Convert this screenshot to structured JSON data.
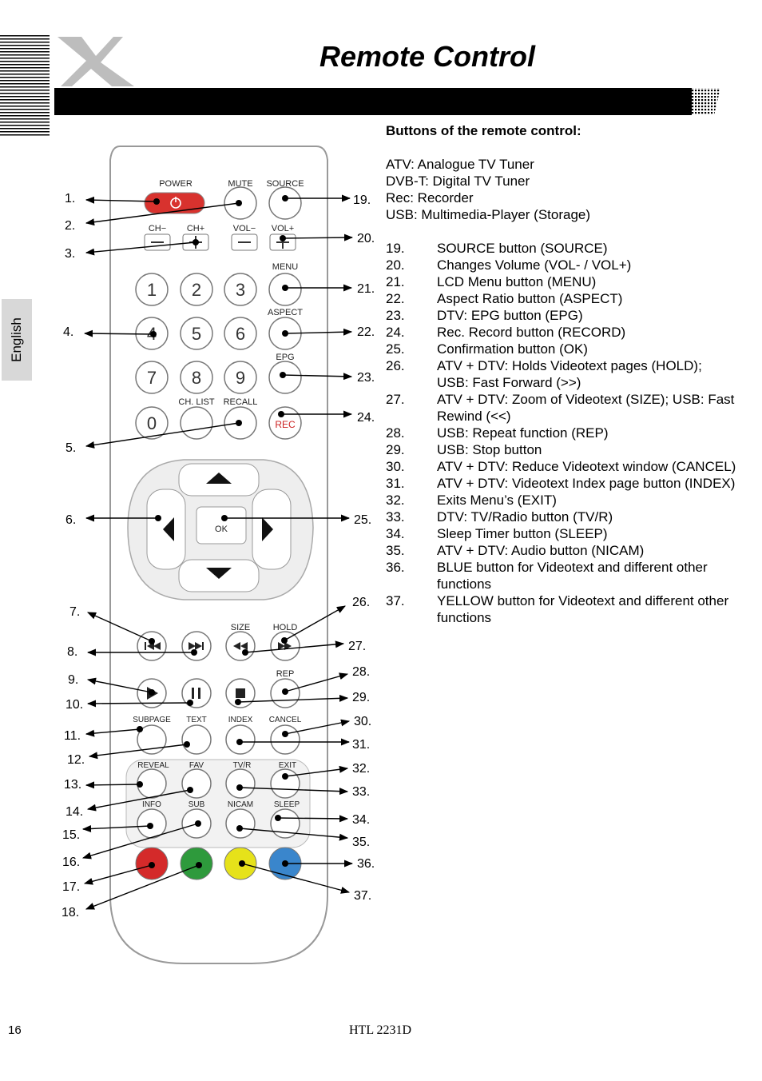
{
  "header": {
    "title": "Remote Control"
  },
  "side_tab": {
    "label": "English"
  },
  "info": {
    "heading": "Buttons of the remote control:",
    "definitions": [
      "ATV: Analogue TV Tuner",
      "DVB-T: Digital TV Tuner",
      "Rec: Recorder",
      "USB: Multimedia-Player (Storage)"
    ],
    "items": [
      {
        "n": "19.",
        "t": "SOURCE button (SOURCE)"
      },
      {
        "n": "20.",
        "t": "Changes Volume (VOL- / VOL+)"
      },
      {
        "n": "21.",
        "t": "LCD Menu button (MENU)"
      },
      {
        "n": "22.",
        "t": "Aspect Ratio button (ASPECT)"
      },
      {
        "n": "23.",
        "t": "DTV: EPG button (EPG)"
      },
      {
        "n": "24.",
        "t": "Rec. Record button (RECORD)"
      },
      {
        "n": "25.",
        "t": "Confirmation button (OK)"
      },
      {
        "n": "26.",
        "t": "ATV + DTV: Holds Videotext pages (HOLD); USB: Fast Forward (>>)"
      },
      {
        "n": "27.",
        "t": "ATV + DTV: Zoom of Videotext (SIZE); USB: Fast Rewind (<<)"
      },
      {
        "n": "28.",
        "t": "USB: Repeat function (REP)"
      },
      {
        "n": "29.",
        "t": "USB: Stop button"
      },
      {
        "n": "30.",
        "t": "ATV + DTV: Reduce Videotext window (CANCEL)"
      },
      {
        "n": "31.",
        "t": "ATV + DTV: Videotext Index page button (INDEX)"
      },
      {
        "n": "32.",
        "t": "Exits Menu’s (EXIT)"
      },
      {
        "n": "33.",
        "t": "DTV: TV/Radio button (TV/R)"
      },
      {
        "n": "34.",
        "t": "Sleep Timer button (SLEEP)"
      },
      {
        "n": "35.",
        "t": "ATV + DTV: Audio button (NICAM)"
      },
      {
        "n": "36.",
        "t": "BLUE button for Videotext and different other functions"
      },
      {
        "n": "37.",
        "t": "YELLOW button for Videotext and different other functions"
      }
    ]
  },
  "remote": {
    "labels": {
      "power": "POWER",
      "mute": "MUTE",
      "source": "SOURCE",
      "ch_minus": "CH−",
      "ch_plus": "CH+",
      "vol_minus": "VOL−",
      "vol_plus": "VOL+",
      "menu": "MENU",
      "aspect": "ASPECT",
      "epg": "EPG",
      "ch_list": "CH. LIST",
      "recall": "RECALL",
      "rec": "REC",
      "ok": "OK",
      "size": "SIZE",
      "hold": "HOLD",
      "rep": "REP",
      "subpage": "SUBPAGE",
      "text": "TEXT",
      "index": "INDEX",
      "cancel": "CANCEL",
      "reveal": "REVEAL",
      "fav": "FAV",
      "tvr": "TV/R",
      "exit": "EXIT",
      "info": "INFO",
      "sub": "SUB",
      "nicam": "NICAM",
      "sleep": "SLEEP"
    },
    "digits": [
      "1",
      "2",
      "3",
      "4",
      "5",
      "6",
      "7",
      "8",
      "9",
      "0"
    ],
    "callouts_left": [
      "1.",
      "2.",
      "3.",
      "4.",
      "5.",
      "6.",
      "7.",
      "8.",
      "9.",
      "10.",
      "11.",
      "12.",
      "13.",
      "14.",
      "15.",
      "16.",
      "17.",
      "18."
    ],
    "callouts_right": [
      "19.",
      "20.",
      "21.",
      "22.",
      "23.",
      "24.",
      "25.",
      "26.",
      "27.",
      "28.",
      "29.",
      "30.",
      "31.",
      "32.",
      "33.",
      "34.",
      "35.",
      "36.",
      "37."
    ],
    "colors": {
      "red": "#d42a2a",
      "green": "#2e9a3c",
      "yellow": "#e6e21a",
      "blue": "#3a86cc",
      "power": "#d8322e",
      "rec_text": "#cc2222"
    }
  },
  "footer": {
    "page": "16",
    "model": "HTL 2231D"
  }
}
